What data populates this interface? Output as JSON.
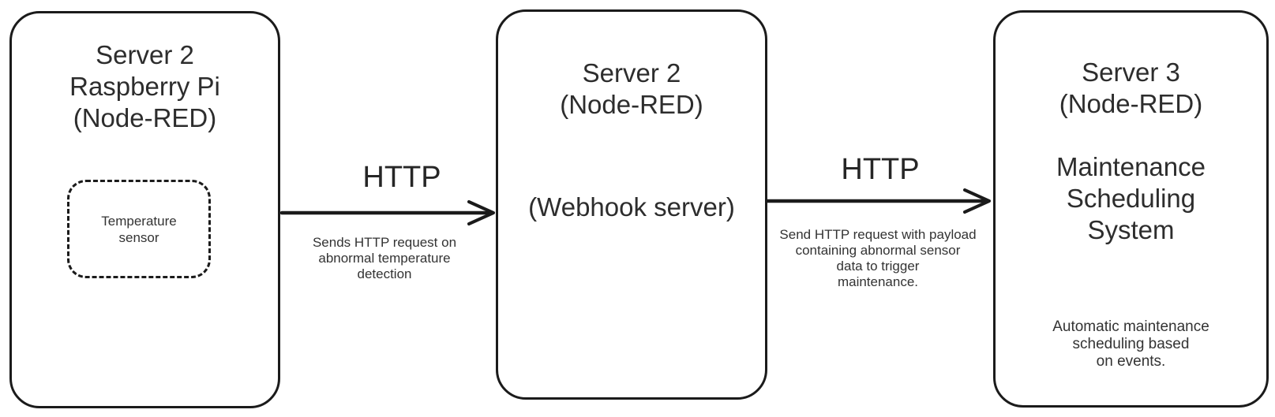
{
  "colors": {
    "stroke": "#1b1b1b",
    "text": "#2d2d2d",
    "background": "#ffffff"
  },
  "nodes": [
    {
      "title_lines": [
        "Server 2",
        "Raspberry Pi",
        "(Node-RED)"
      ],
      "sensor_lines": [
        "Temperature",
        "sensor"
      ]
    },
    {
      "title_lines": [
        "Server 2",
        "(Node-RED)"
      ],
      "body": "(Webhook server)"
    },
    {
      "title_lines": [
        "Server 3",
        "(Node-RED)"
      ],
      "system_lines": [
        "Maintenance",
        "Scheduling",
        "System"
      ],
      "note_lines": [
        "Automatic maintenance",
        "scheduling based",
        "on events."
      ]
    }
  ],
  "edges": [
    {
      "label": "HTTP",
      "desc_lines": [
        "Sends HTTP request on",
        "abnormal temperature",
        "detection"
      ]
    },
    {
      "label": "HTTP",
      "desc_lines": [
        "Send HTTP request with payload",
        "containing abnormal sensor",
        "data to trigger",
        "maintenance."
      ]
    }
  ]
}
